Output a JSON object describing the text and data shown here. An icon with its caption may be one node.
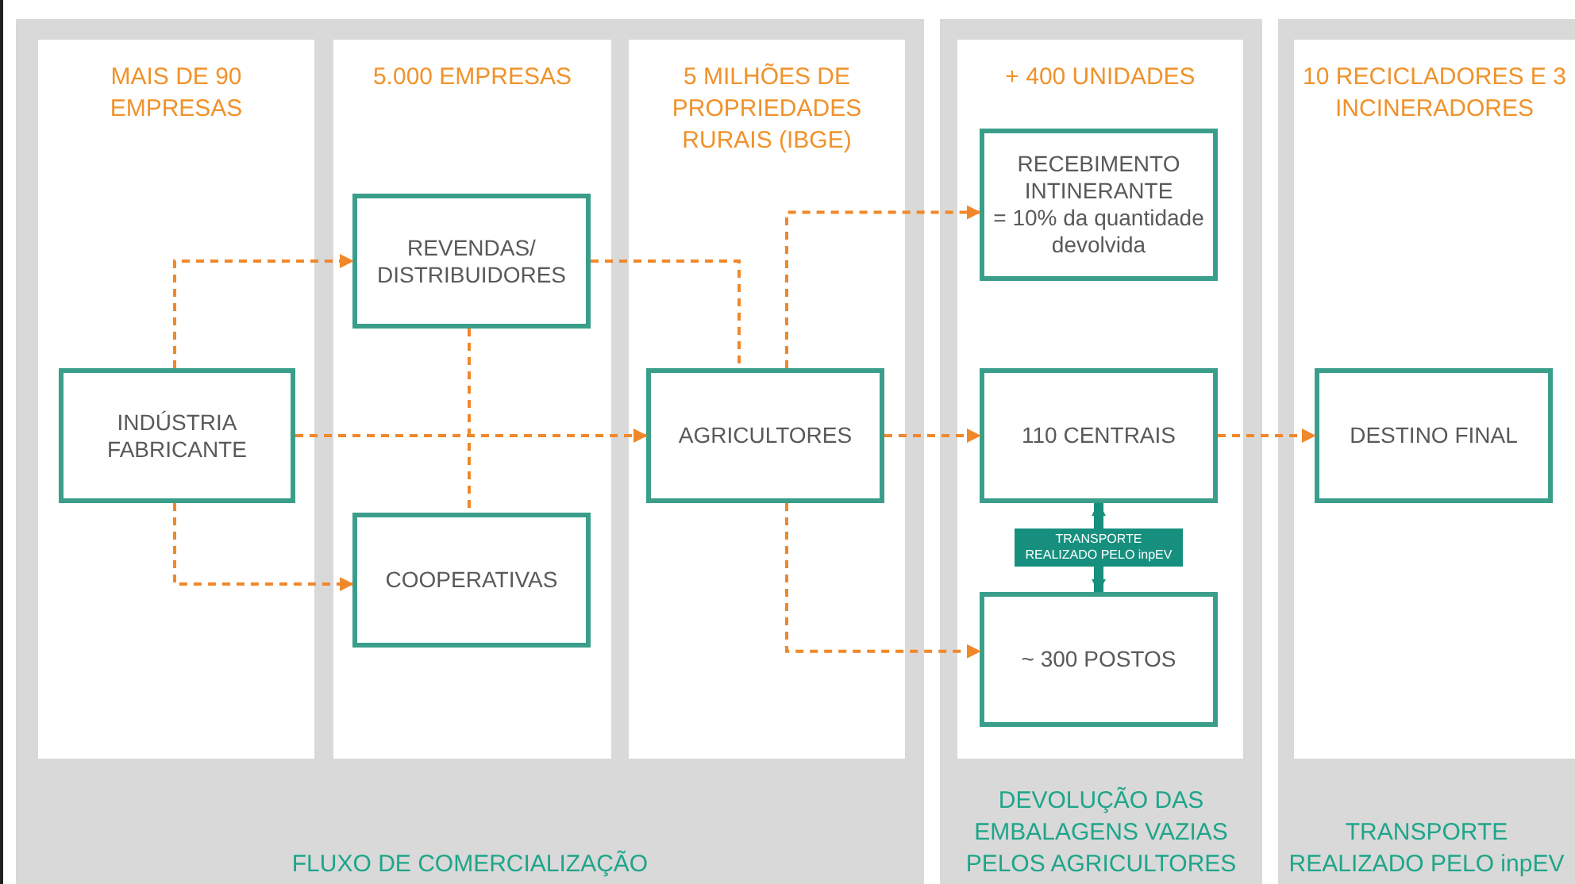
{
  "diagram": {
    "nodes": [
      {
        "text": [
          "FLUXO DE COMERCIALIZAÇÃO"
        ]
      },
      {
        "text": [
          "MAIS DE 90 EMPRESAS"
        ],
        "in": 0
      },
      {
        "text": [
          "5.000 EMPRESAS"
        ],
        "in": 0
      },
      {
        "text": [
          "5 MILHÕES DE PROPRIEDADES RURAIS (IBGE)"
        ],
        "in": 0
      },
      {
        "text": [
          "INDÚSTRIA FABRICANTE"
        ],
        "in": 1
      },
      {
        "text": [
          "REVENDAS/ DISTRIBUIDORES"
        ],
        "in": 2
      },
      {
        "text": [
          "COOPERATIVAS"
        ],
        "in": 2
      },
      {
        "text": [
          "AGRICULTORES"
        ],
        "in": 3
      },
      {
        "text": [
          "DEVOLUÇÃO DAS EMBALAGENS VAZIAS PELOS AGRICULTORES"
        ]
      },
      {
        "text": [
          "+ 400 UNIDADES"
        ],
        "in": 8
      },
      {
        "text": [
          "RECEBIMENTO INTINERANTE",
          "= 10% da quantidade devolvida"
        ],
        "in": 9
      },
      {
        "text": [
          "110 CENTRAIS"
        ],
        "in": 9
      },
      {
        "text": [
          "~ 300 POSTOS"
        ],
        "in": 9
      },
      {
        "text": [
          "TRANSPORTE REALIZADO PELO inpEV"
        ]
      },
      {
        "text": [
          "10 RECICLADORES E 3 INCINERADORES"
        ],
        "in": 13
      },
      {
        "text": [
          "DESTINO FINAL"
        ],
        "in": 14
      }
    ],
    "edges": [
      {
        "from": 4,
        "to": 5,
        "arrow": "to",
        "style": "dashed"
      },
      {
        "from": 4,
        "to": 7,
        "arrow": "to",
        "style": "dashed"
      },
      {
        "from": 4,
        "to": 6,
        "arrow": "to",
        "style": "dashed"
      },
      {
        "from": 5,
        "to": 6,
        "arrow": "none",
        "style": "dashed"
      },
      {
        "from": 5,
        "to": 7,
        "arrow": "none",
        "style": "dashed"
      },
      {
        "from": 7,
        "to": 10,
        "arrow": "to",
        "style": "dashed"
      },
      {
        "from": 7,
        "to": 11,
        "arrow": "to",
        "style": "dashed"
      },
      {
        "from": 7,
        "to": 12,
        "arrow": "to",
        "style": "dashed"
      },
      {
        "from": 11,
        "to": 12,
        "arrow": "both",
        "label": "TRANSPORTE REALIZADO PELO inpEV",
        "style": "thick",
        "color": "#168f7e"
      },
      {
        "from": 11,
        "to": 15,
        "arrow": "to",
        "style": "dashed"
      }
    ]
  }
}
